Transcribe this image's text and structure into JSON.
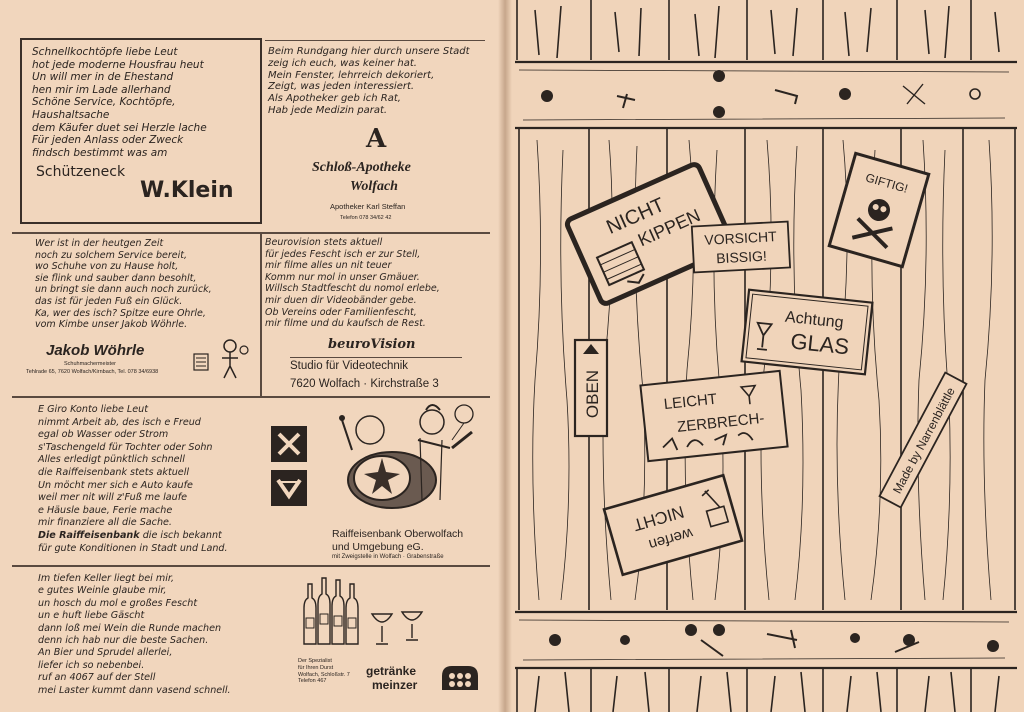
{
  "ads": {
    "klein": {
      "poem": "Schnellkochtöpfe liebe Leut\nhot jede moderne Housfrau heut\nUn will mer in de Ehestand\nhen mir im Lade allerhand\nSchöne Service, Kochtöpfe,\nHaushaltsache\ndem Käufer duet sei Herzle lache\nFür jeden Anlass oder Zweck\nfindsch bestimmt was am",
      "tagline": "Schützeneck",
      "name": "W.Klein"
    },
    "apotheke": {
      "poem": "Beim Rundgang hier durch unsere Stadt\nzeig ich euch, was keiner hat.\nMein Fenster, lehrreich dekoriert,\nZeigt, was jeden interessiert.\nAls Apotheker geb ich Rat,\nHab jede Medizin parat.",
      "logo_letter": "A",
      "name_line1": "Schloß-Apotheke",
      "name_line2": "Wolfach",
      "owner": "Apotheker Karl Steffan",
      "phone": "Telefon 078 34/62 42"
    },
    "woehrle": {
      "poem": "Wer ist in der heutgen Zeit\nnoch zu solchem Service bereit,\nwo Schuhe von zu Hause holt,\nsie flink und sauber dann besohlt,\nun bringt sie dann auch noch zurück,\ndas ist für jeden Fuß ein Glück.\nKa, wer des isch? Spitze eure Ohrle,\nvom Kimbe unser Jakob Wöhrle.",
      "name": "Jakob Wöhrle",
      "trade": "Schuhmachermeister",
      "address": "Tehlrade 65, 7620 Wolfach/Kirnbach, Tel. 078 34/6938"
    },
    "beurovision": {
      "poem": "Beurovision stets aktuell\nfür jedes Fescht isch er zur Stell,\nmir filme alles un nit teuer\nKomm nur mol in unser Gmäuer.\nWillsch Stadtfescht du nomol erlebe,\nmir duen dir Videobänder gebe.\nOb Vereins oder Familienfescht,\nmir filme und du kaufsch de Rest.",
      "brand": "beuroVision",
      "subtitle": "Studio für Videotechnik",
      "address": "7620 Wolfach · Kirchstraße 3"
    },
    "raiffeisen": {
      "poem": "E Giro Konto liebe Leut\nnimmt Arbeit ab, des isch e Freud\negal ob Wasser oder Strom\ns'Taschengeld für Tochter oder Sohn\nAlles erledigt pünktlich schnell\ndie Raiffeisenbank stets aktuell\nUn möcht mer sich e Auto kaufe\nweil mer nit will z'Fuß me laufe\ne Häusle baue, Ferie mache\nmir finanziere all die Sache.",
      "closing_brand": "Die Raiffeisenbank",
      "closing_rest": " die isch bekannt\nfür gute Konditionen in Stadt und Land.",
      "name_line1": "Raiffeisenbank Oberwolfach",
      "name_line2": "und Umgebung eG.",
      "branch": "mit Zweigstelle in Wolfach · Grabenstraße"
    },
    "meinzer": {
      "poem": "Im tiefen Keller liegt bei mir,\ne gutes Weinle glaube mir,\nun hosch du mol e großes Fescht\nun e huft liebe Gäscht\ndann loß mei Wein die Runde machen\ndenn ich hab nur die beste Sachen.\nAn Bier und Sprudel allerlei,\nliefer ich so nebenbei.\nruf an 4067 auf der Stell\nmei Laster kummt dann vasend schnell.",
      "info": "Der Spezialist\nfür Ihren Durst\nWolfach, Schloßstr. 7\nTelefon 467",
      "brand_line1": "getränke",
      "brand_line2": "meinzer"
    }
  },
  "right_page": {
    "labels": {
      "nicht_kippen_1": "NICHT",
      "nicht_kippen_2": "KIPPEN",
      "vorsicht_1": "VORSICHT",
      "vorsicht_2": "BISSIG!",
      "giftig": "GIFTIG!",
      "achtung_1": "Achtung",
      "achtung_2": "GLAS",
      "oben": "OBEN",
      "leicht_1": "LEICHT",
      "leicht_2": "ZERBRECH-",
      "nicht_werfen_1": "werfen",
      "nicht_werfen_2": "NICHT",
      "credit": "Made by Narrenblättle"
    }
  }
}
